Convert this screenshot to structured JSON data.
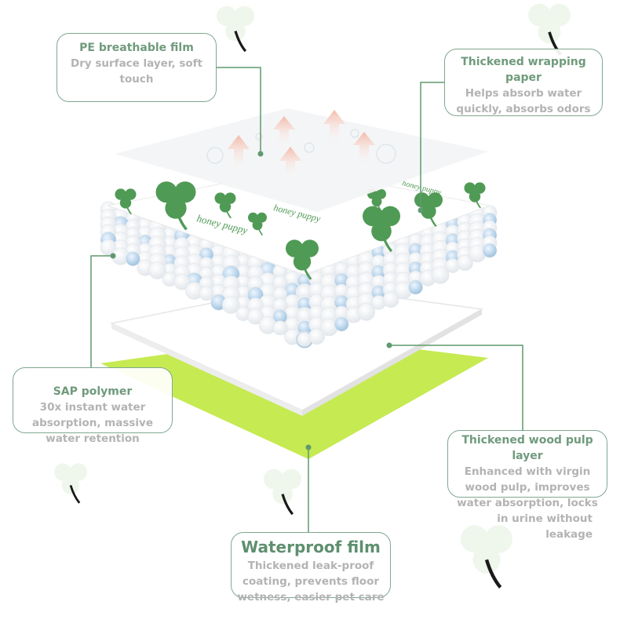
{
  "callouts": {
    "pe_film": {
      "title": "PE breathable film",
      "desc": [
        "Dry surface layer, soft",
        "touch"
      ]
    },
    "wrapping_paper": {
      "title": [
        "Thickened wrapping",
        "paper"
      ],
      "desc": [
        "Helps absorb water",
        "quickly, absorbs odors"
      ]
    },
    "sap_polymer": {
      "title": "SAP polymer",
      "desc": [
        "30x instant water",
        "absorption, massive",
        "water retention"
      ]
    },
    "wood_pulp": {
      "title": [
        "Thickened wood pulp",
        "layer"
      ],
      "desc": [
        "Enhanced with virgin",
        "wood pulp, improves",
        "water absorption, locks",
        "in urine without",
        "leakage"
      ]
    },
    "waterproof_film": {
      "title": "Waterproof film",
      "desc": [
        "Thickened leak-proof",
        "coating, prevents floor",
        "wetness, easier pet care"
      ]
    }
  },
  "pad_print": {
    "brand_text": "honey puppy"
  },
  "colors": {
    "accent_green": "#6f9a7c",
    "leaf_green": "#4f9a55",
    "waterproof_layer": "#c6ea52",
    "connector_line": "#5f9a6e",
    "description_gray": "#b3b3b3"
  }
}
